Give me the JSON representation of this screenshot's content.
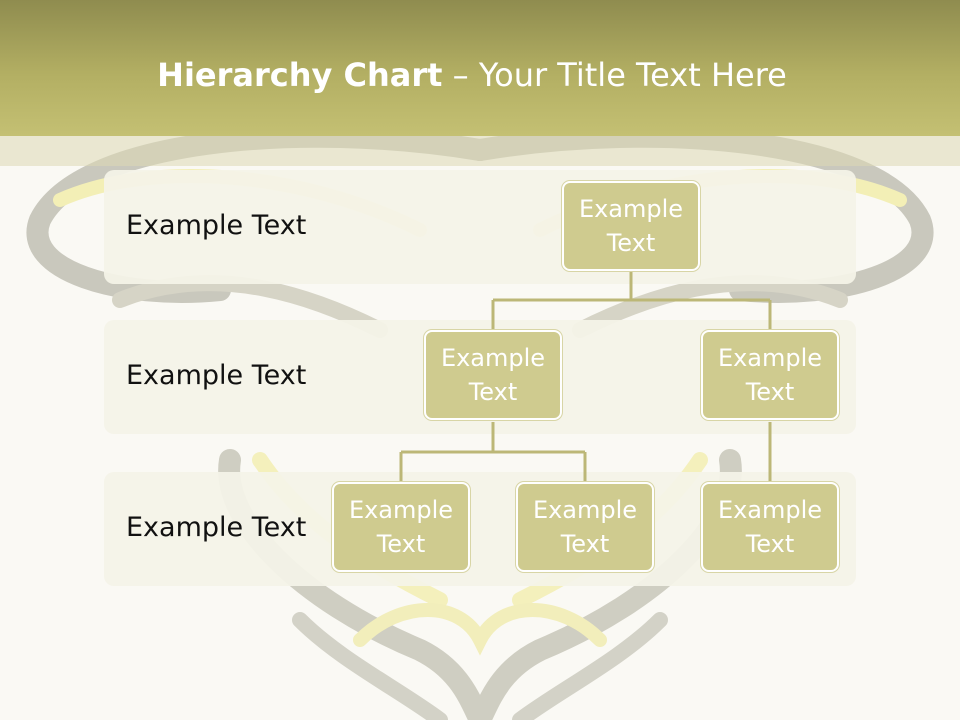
{
  "title": {
    "bold_part": "Hierarchy Chart",
    "rest_part": " – Your Title Text Here"
  },
  "levels": [
    {
      "label": "Example Text"
    },
    {
      "label": "Example Text"
    },
    {
      "label": "Example Text"
    }
  ],
  "nodes": {
    "root": "Example Text",
    "level2_left": "Example Text",
    "level2_right": "Example Text",
    "level3_left": "Example Text",
    "level3_middle": "Example Text",
    "level3_right": "Example Text"
  },
  "colors": {
    "header": "#b3af63",
    "node_fill": "#cfcb8f",
    "connector": "#bcb777",
    "band": "#f4f3e8"
  }
}
